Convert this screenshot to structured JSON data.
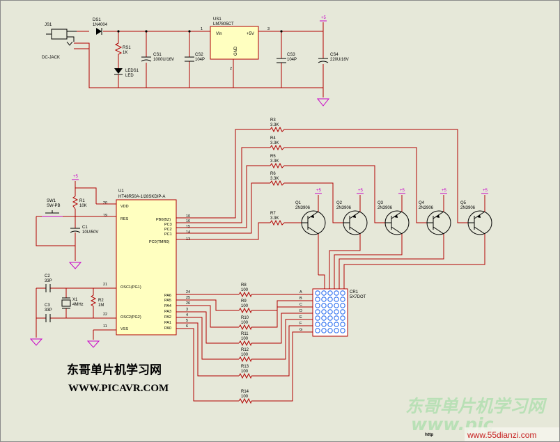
{
  "header": {
    "site_cn": "东哥单片机学习网",
    "site_url": "WWW.PICAVR.COM"
  },
  "watermark": {
    "brand_cn": "东哥单片机学习网",
    "brand_partial": "www.pic",
    "sub": "www.55dianzi.com",
    "http": "http"
  },
  "power": {
    "jack_ref": "JS1",
    "jack_name": "DC-JACK",
    "vcc": "+5"
  },
  "components": {
    "D1": {
      "ref": "DS1",
      "value": "1N4004"
    },
    "R1": {
      "ref": "RS1",
      "value": "1K"
    },
    "LED": {
      "ref": "LEDS1",
      "value": "LED"
    },
    "CS1": {
      "ref": "CS1",
      "value": "1000U/16V"
    },
    "CS2": {
      "ref": "CS2",
      "value": "104P"
    },
    "REG": {
      "ref": "US1",
      "value": "LM7805CT",
      "vin": "Vin",
      "vout": "+5V",
      "gnd": "GND",
      "p1": "1",
      "p2": "2",
      "p3": "3"
    },
    "CS3": {
      "ref": "CS3",
      "value": "104P"
    },
    "CS4": {
      "ref": "CS4",
      "value": "220U/16V"
    },
    "SW1": {
      "ref": "SW1",
      "value": "SW-PB"
    },
    "R1b": {
      "ref": "R1",
      "value": "10K"
    },
    "C1": {
      "ref": "C1",
      "value": "10U/50V"
    },
    "C2": {
      "ref": "C2",
      "value": "33P"
    },
    "C3": {
      "ref": "C3",
      "value": "33P"
    },
    "X1": {
      "ref": "X1",
      "value": "4MHz"
    },
    "R2": {
      "ref": "R2",
      "value": "1M"
    },
    "U1": {
      "ref": "U1",
      "value": "HT48R50A-1/28SKDIP-A",
      "vdd": "VDD",
      "res": "RES",
      "osc1": "OSC1(PG1)",
      "osc2": "OSC2(PG2)",
      "vss": "VSS"
    },
    "CR1": {
      "ref": "CR1",
      "value": "5X7DOT"
    }
  },
  "mcu_pins": {
    "left": [
      {
        "num": "20"
      },
      {
        "num": "19"
      },
      {
        "num": "21"
      },
      {
        "num": "22"
      },
      {
        "num": "11"
      }
    ],
    "right_top": [
      {
        "name": "PB0(BZ)",
        "num": "10"
      },
      {
        "name": "PC3",
        "num": "16"
      },
      {
        "name": "PC2",
        "num": "15"
      },
      {
        "name": "PC1",
        "num": "14"
      },
      {
        "name": "PC0(TMR0)",
        "num": "13"
      }
    ],
    "right_bottom": [
      {
        "name": "PA6",
        "num": "24"
      },
      {
        "name": "PA5",
        "num": "25"
      },
      {
        "name": "PA4",
        "num": "26"
      },
      {
        "name": "PA3",
        "num": "3"
      },
      {
        "name": "PA2",
        "num": "4"
      },
      {
        "name": "PA1",
        "num": "5"
      },
      {
        "name": "PA0",
        "num": "6"
      }
    ]
  },
  "base_resistors": [
    {
      "ref": "R3",
      "value": "3.3K"
    },
    {
      "ref": "R4",
      "value": "3.3K"
    },
    {
      "ref": "R5",
      "value": "3.3K"
    },
    {
      "ref": "R6",
      "value": "3.3K"
    },
    {
      "ref": "R7",
      "value": "3.3K"
    }
  ],
  "transistors": [
    {
      "ref": "Q1",
      "value": "2N3906"
    },
    {
      "ref": "Q2",
      "value": "2N3906"
    },
    {
      "ref": "Q3",
      "value": "2N3906"
    },
    {
      "ref": "Q4",
      "value": "2N3906"
    },
    {
      "ref": "Q5",
      "value": "2N3906"
    }
  ],
  "row_resistors": [
    {
      "ref": "R8",
      "value": "100",
      "row": "A"
    },
    {
      "ref": "R9",
      "value": "100",
      "row": "B"
    },
    {
      "ref": "R10",
      "value": "100",
      "row": "C"
    },
    {
      "ref": "R11",
      "value": "100",
      "row": "D"
    },
    {
      "ref": "R12",
      "value": "100",
      "row": "E"
    },
    {
      "ref": "R13",
      "value": "100",
      "row": "F"
    },
    {
      "ref": "R14",
      "value": "100",
      "row": "G"
    }
  ]
}
